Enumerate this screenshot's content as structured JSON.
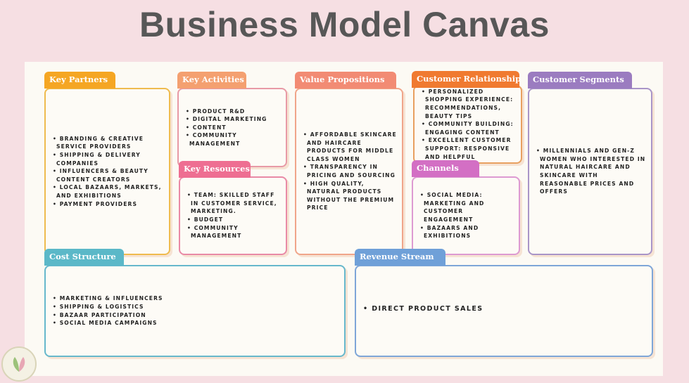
{
  "title": "Business Model Canvas",
  "blocks": {
    "key_partners": {
      "label": "Key Partners",
      "items": [
        "Branding & creative service providers",
        "Shipping & delivery companies",
        "Influencers & beauty content creators",
        "Local bazaars, markets, and exhibitions",
        "Payment providers"
      ]
    },
    "key_activities": {
      "label": "Key Activities",
      "items": [
        "Product R&D",
        "Digital marketing",
        "Content",
        "Community management"
      ]
    },
    "key_resources": {
      "label": "Key Resources",
      "items": [
        "Team: skilled staff in customer service, marketing.",
        "Budget",
        "Community management"
      ]
    },
    "value_propositions": {
      "label": "Value Propositions",
      "items": [
        "Affordable skincare and haircare products for middle class women",
        "Transparency in pricing and sourcing",
        "High quality, natural products without the premium price"
      ]
    },
    "customer_relationship": {
      "label": "Customer Relationship",
      "items": [
        "Personalized shopping experience: recommendations, beauty tips",
        "Community building: engaging content",
        "Excellent customer support: responsive and helpful"
      ]
    },
    "channels": {
      "label": "Channels",
      "items": [
        "Social media: marketing and customer engagement",
        "Bazaars and exhibitions"
      ]
    },
    "customer_segments": {
      "label": "Customer Segments",
      "items": [
        "Millennials and Gen-Z women who interested in natural haircare and skincare with reasonable prices and offers"
      ]
    },
    "cost_structure": {
      "label": "Cost Structure",
      "items": [
        "Marketing & influencers",
        "Shipping & logistics",
        "Bazaar participation",
        "Social media campaigns"
      ]
    },
    "revenue_stream": {
      "label": "Revenue Stream",
      "items": [
        "Direct product sales"
      ]
    }
  },
  "colors": {
    "background": "#f6dfe3",
    "key_partners": "#f5a623",
    "key_activities": "#f4a070",
    "key_resources": "#ee6e92",
    "value_propositions": "#f28b74",
    "customer_relationship": "#f07a30",
    "channels": "#d36fc4",
    "customer_segments": "#9b7cc0",
    "cost_structure": "#5bb8c8",
    "revenue_stream": "#6fa0d8"
  }
}
